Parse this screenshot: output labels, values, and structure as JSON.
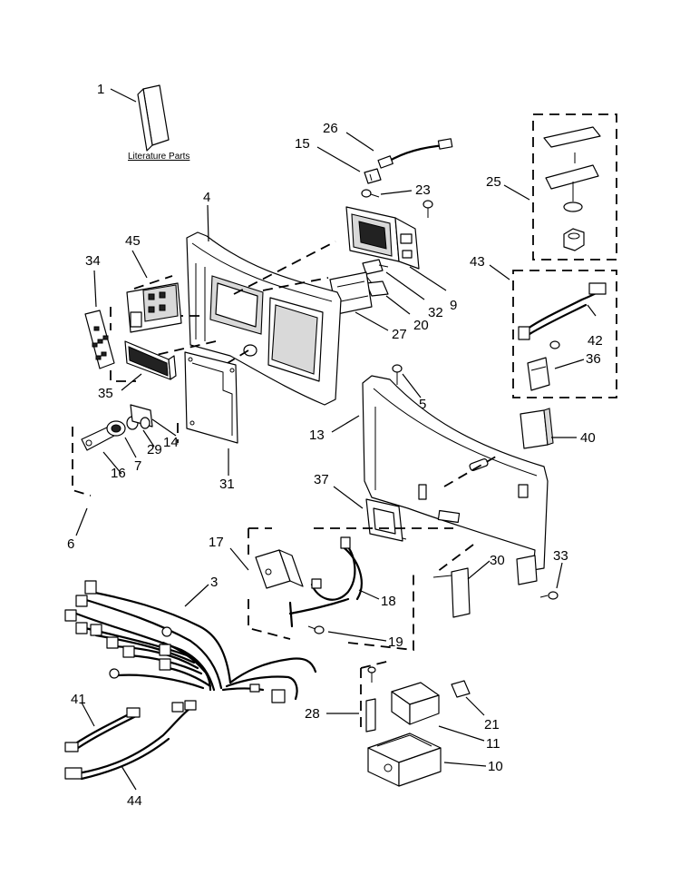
{
  "labels": {
    "1": "1",
    "3": "3",
    "4": "4",
    "5": "5",
    "6": "6",
    "7": "7",
    "9": "9",
    "10": "10",
    "11": "11",
    "13": "13",
    "14": "14",
    "15": "15",
    "16": "16",
    "17": "17",
    "18": "18",
    "19": "19",
    "20": "20",
    "21": "21",
    "23": "23",
    "25": "25",
    "26": "26",
    "27": "27",
    "28": "28",
    "29": "29",
    "30": "30",
    "31": "31",
    "32": "32",
    "33": "33",
    "34": "34",
    "35": "35",
    "36": "36",
    "37": "37",
    "40": "40",
    "41": "41",
    "42": "42",
    "43": "43",
    "44": "44",
    "45": "45"
  },
  "literature_caption": "Literature Parts"
}
